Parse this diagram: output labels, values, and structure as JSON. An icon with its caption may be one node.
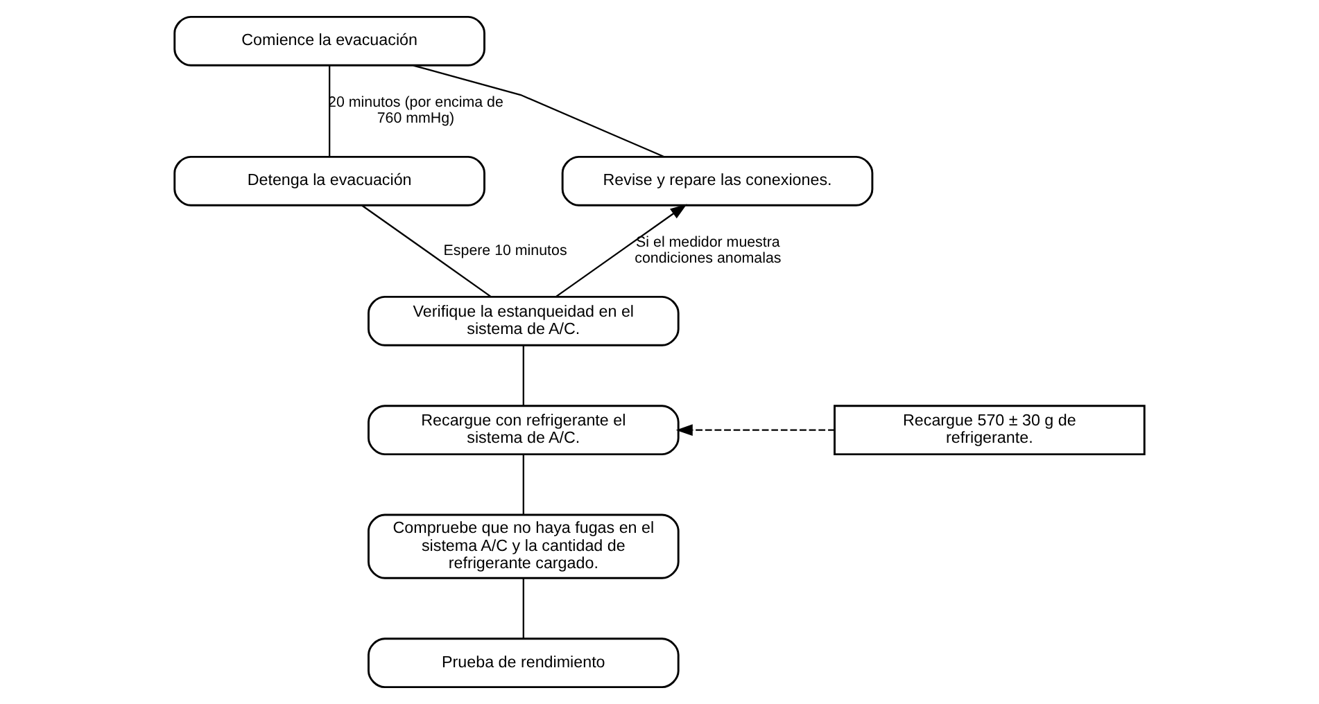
{
  "diagram": {
    "nodes": [
      {
        "text": [
          "Comience la evacuación"
        ]
      },
      {
        "text": [
          "Detenga la evacuación"
        ]
      },
      {
        "text": [
          "Verifique la estanqueidad en el sistema de A/C."
        ]
      },
      {
        "text": [
          "Recargue con refrigerante el sistema de A/C."
        ]
      },
      {
        "text": [
          "Compruebe que no haya fugas en el sistema A/C y la cantidad de refrigerante cargado."
        ]
      },
      {
        "text": [
          "Prueba de rendimiento"
        ]
      },
      {
        "text": [
          "Revise y repare las conexiones."
        ]
      },
      {
        "text": [
          "Recargue 570 ± 30 g de refrigerante."
        ]
      }
    ],
    "edges": [
      {
        "from": 0,
        "to": 1,
        "arrow": "none",
        "label": "20 minutos (por encima de 760 mmHg)"
      },
      {
        "from": 1,
        "to": 2,
        "arrow": "none",
        "label": "Espere 10 minutos"
      },
      {
        "from": 2,
        "to": 6,
        "arrow": "to",
        "label": "Si el medidor muestra condiciones anomalas"
      },
      {
        "from": 6,
        "to": 0,
        "arrow": "none"
      },
      {
        "from": 2,
        "to": 3,
        "arrow": "none"
      },
      {
        "from": 3,
        "to": 4,
        "arrow": "none"
      },
      {
        "from": 4,
        "to": 5,
        "arrow": "none"
      },
      {
        "from": 7,
        "to": 3,
        "arrow": "to",
        "style": "dashed"
      }
    ]
  }
}
